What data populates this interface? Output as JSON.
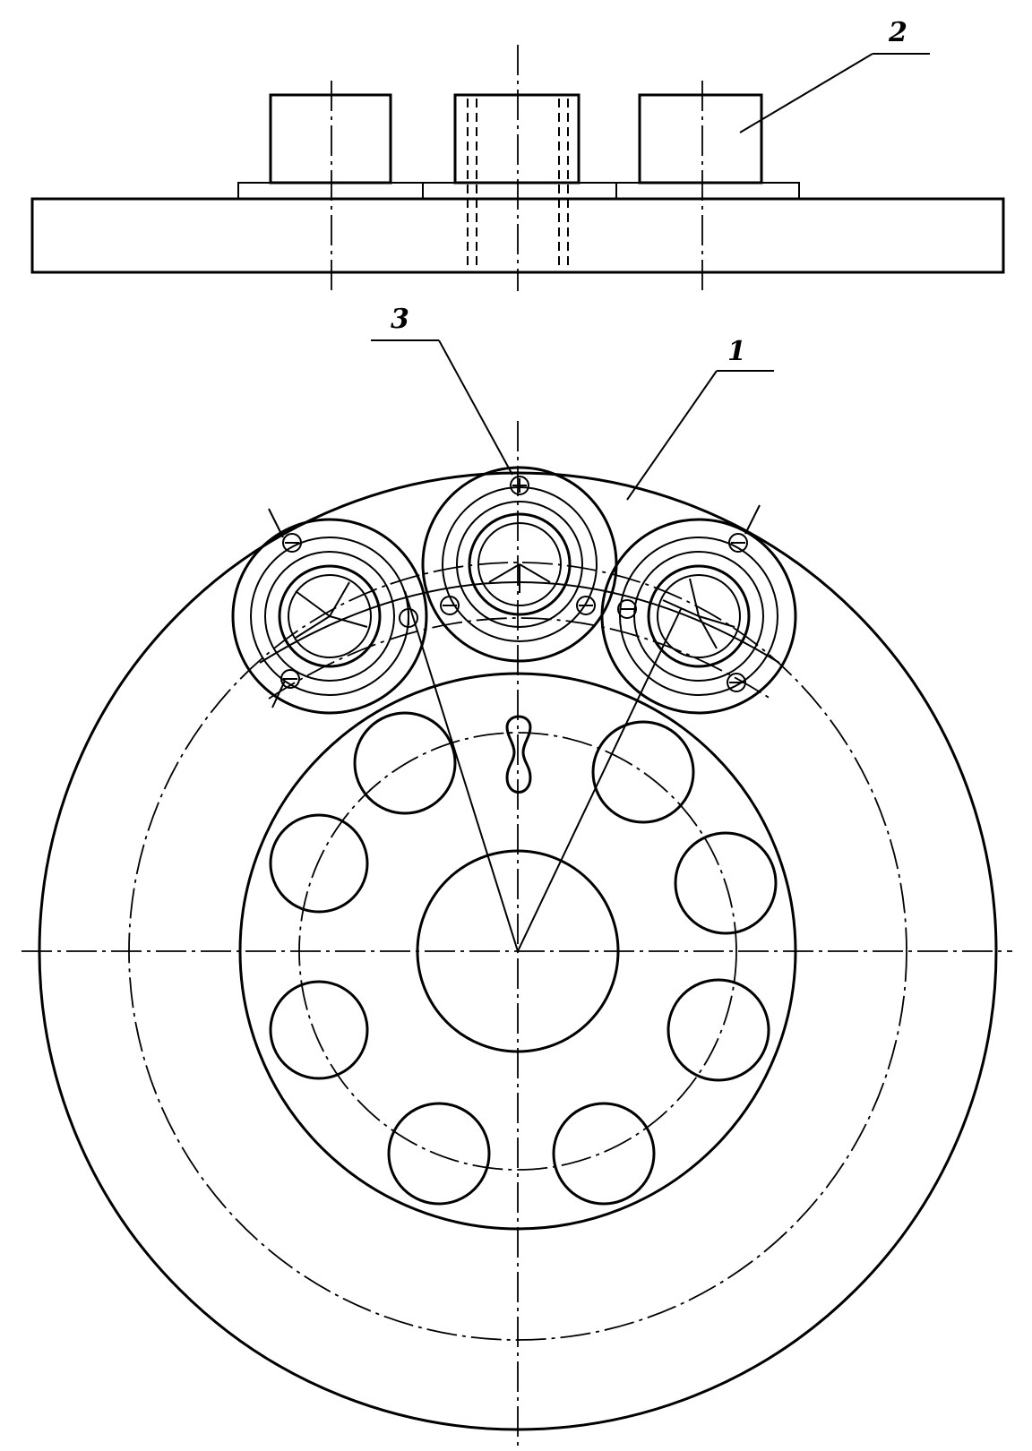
{
  "labels": {
    "part_1": "1",
    "part_2": "2",
    "part_3": "3"
  },
  "colors": {
    "line": "#000000",
    "background": "#ffffff"
  }
}
